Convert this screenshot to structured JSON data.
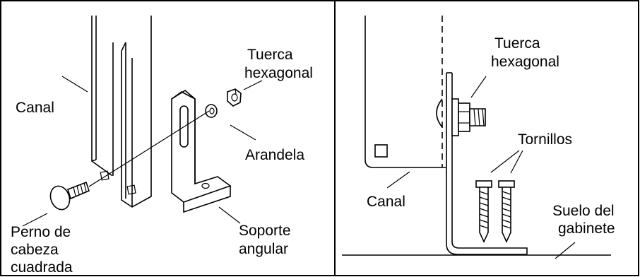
{
  "left_panel": {
    "labels": {
      "canal": "Canal",
      "tuerca_line1": "Tuerca",
      "tuerca_line2": "hexagonal",
      "arandela": "Arandela",
      "perno_line1": "Perno de",
      "perno_line2": "cabeza",
      "perno_line3": "cuadrada",
      "soporte_line1": "Soporte",
      "soporte_line2": "angular"
    }
  },
  "right_panel": {
    "labels": {
      "tuerca_line1": "Tuerca",
      "tuerca_line2": "hexagonal",
      "tornillos": "Tornillos",
      "canal": "Canal",
      "suelo_line1": "Suelo del",
      "suelo_line2": "gabinete"
    }
  }
}
